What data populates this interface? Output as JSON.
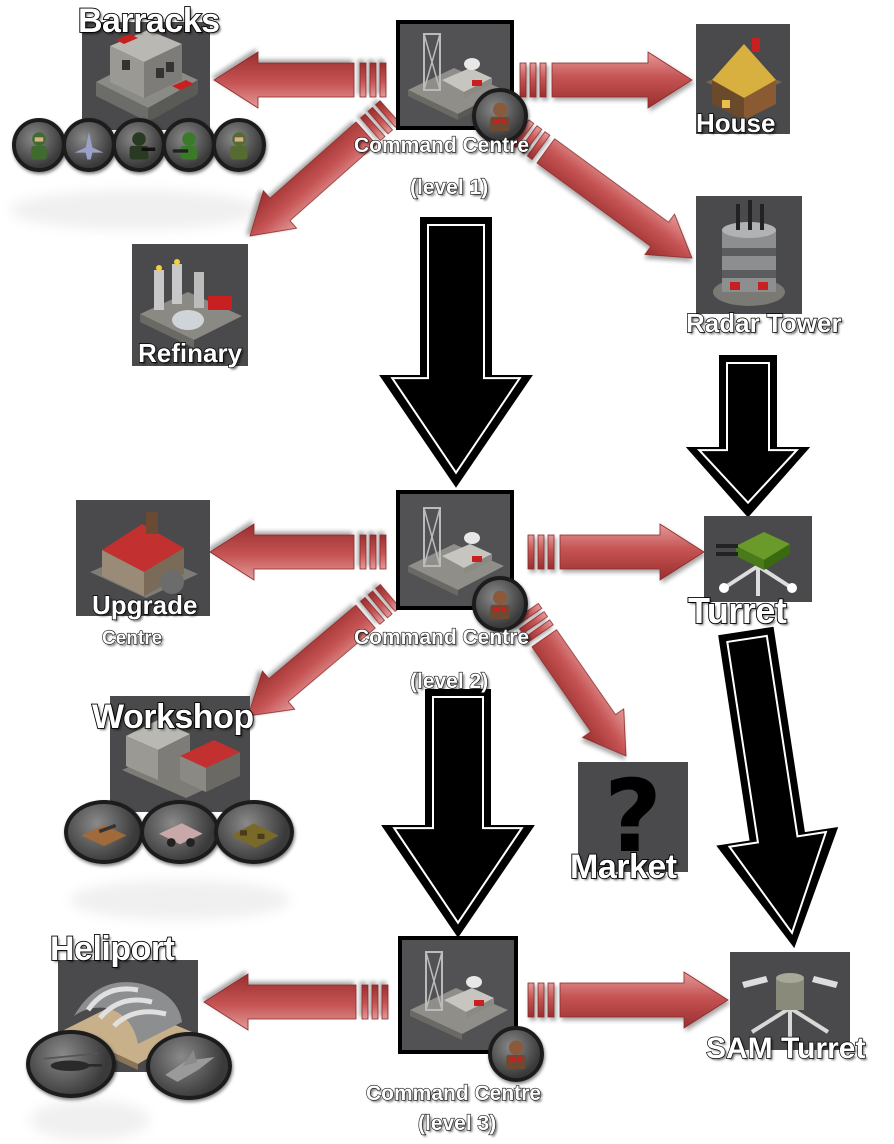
{
  "nodes": {
    "barracks": {
      "label": "Barracks",
      "units": [
        "soldier-unit-icon",
        "jet-unit-icon",
        "commando-unit-icon",
        "rifleman-unit-icon",
        "grenadier-unit-icon"
      ]
    },
    "cc1": {
      "label": "Command Centre",
      "level": "(level 1)"
    },
    "house": {
      "label": "House"
    },
    "refinery": {
      "label": "Refinary"
    },
    "radar": {
      "label": "Radar Tower"
    },
    "upgrade": {
      "label": "Upgrade",
      "label2": "Centre"
    },
    "cc2": {
      "label": "Command Centre",
      "level": "(level 2)"
    },
    "turret": {
      "label": "Turret"
    },
    "workshop": {
      "label": "Workshop",
      "units": [
        "tank-unit-icon",
        "armored-car-unit-icon",
        "apc-unit-icon"
      ]
    },
    "market": {
      "label": "Market",
      "icon_text": "?"
    },
    "heliport": {
      "label": "Heliport",
      "units": [
        "helicopter-unit-icon",
        "gunship-unit-icon"
      ]
    },
    "cc3": {
      "label": "Command Centre",
      "level": "(level 3)"
    },
    "sam": {
      "label": "SAM Turret"
    }
  },
  "colors": {
    "red_arrow": "#c24a4a",
    "red_arrow_light": "#e08888",
    "black_arrow": "#000000",
    "tile_bg": "#4a4a4c"
  }
}
